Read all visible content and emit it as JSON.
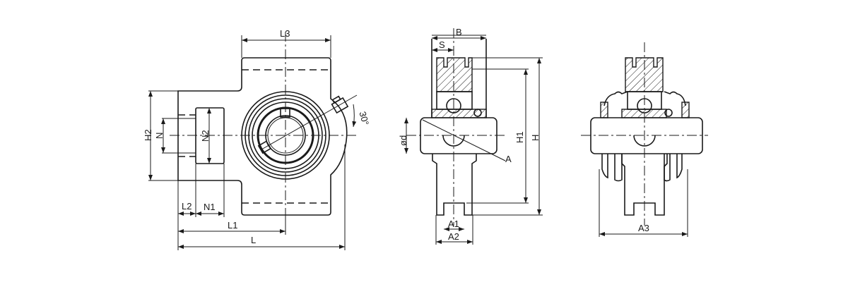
{
  "front_view": {
    "labels": {
      "L3": "L3",
      "H2": "H2",
      "N": "N",
      "N2": "N2",
      "L2": "L2",
      "N1": "N1",
      "L1": "L1",
      "L": "L",
      "angle": "30°"
    }
  },
  "side_view": {
    "labels": {
      "B": "B",
      "S": "S",
      "d": "ød",
      "A": "A",
      "H1": "H1",
      "H": "H",
      "A1": "A1",
      "A2": "A2"
    }
  },
  "third_view": {
    "labels": {
      "A3": "A3"
    }
  }
}
